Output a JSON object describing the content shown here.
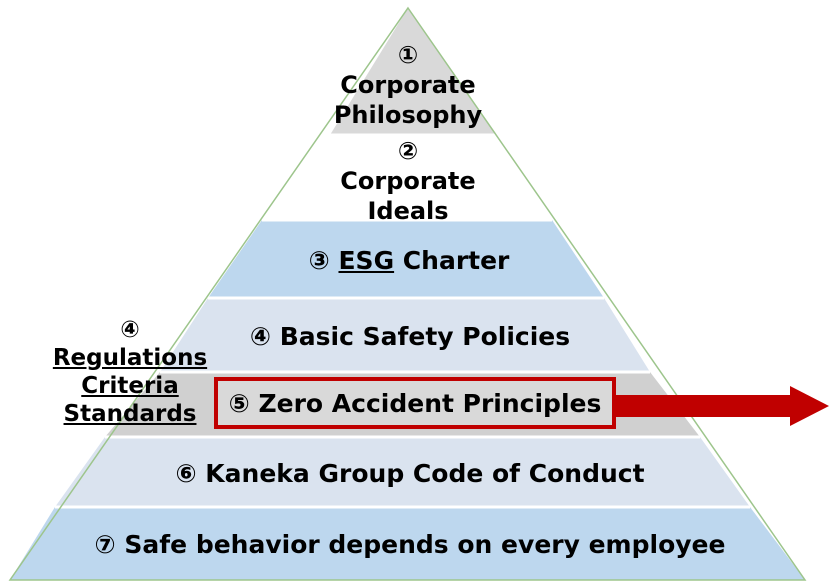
{
  "pyramid": {
    "tier1": {
      "num": "①",
      "line1": "Corporate",
      "line2": "Philosophy"
    },
    "tier2": {
      "num": "②",
      "line1": "Corporate",
      "line2": "Ideals"
    },
    "tier3": {
      "num": "③",
      "underlined": "ESG",
      "rest": " Charter"
    },
    "tier4": {
      "text": "④ Basic Safety Policies"
    },
    "tier5": {
      "text": "⑤ Zero Accident Principles"
    },
    "tier6": {
      "text": "⑥ Kaneka Group Code of Conduct"
    },
    "tier7": {
      "text": "⑦ Safe behavior depends on every employee"
    }
  },
  "side_label": {
    "num": "④",
    "line1": "Regulations",
    "line2": "Criteria",
    "line3": "Standards"
  },
  "colors": {
    "tier1_fill": "#d9d9d9",
    "tier2_fill": "#ffffff",
    "tier3_fill": "#bdd7ee",
    "tier4_fill": "#dae3ef",
    "tier5_band": "#d0d0d0",
    "tier6_fill": "#dae3ef",
    "tier7_fill": "#bdd7ee",
    "outline": "#9dc58c",
    "highlight": "#c00000",
    "arrow": "#c00000"
  }
}
